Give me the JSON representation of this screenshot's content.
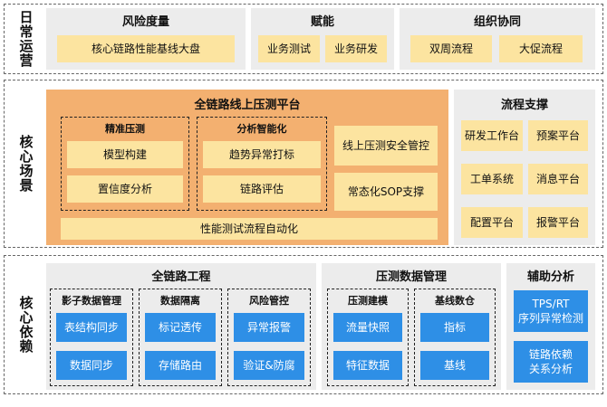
{
  "layers": {
    "ops": {
      "label": "日常运营",
      "risk": {
        "title": "风险度量",
        "items": [
          "核心链路性能基线大盘"
        ]
      },
      "empower": {
        "title": "赋能",
        "items": [
          "业务测试",
          "业务研发"
        ]
      },
      "org": {
        "title": "组织协同",
        "items": [
          "双周流程",
          "大促流程"
        ]
      }
    },
    "scenario": {
      "label": "核心场景",
      "platform": {
        "title": "全链路线上压测平台",
        "precise": {
          "title": "精准压测",
          "items": [
            "模型构建",
            "置信度分析"
          ]
        },
        "analysis": {
          "title": "分析智能化",
          "items": [
            "趋势异常打标",
            "链路评估"
          ]
        },
        "right_items": [
          "线上压测安全管控",
          "常态化SOP支撑"
        ],
        "bottom": "性能测试流程自动化"
      },
      "process": {
        "title": "流程支撑",
        "items": [
          "研发工作台",
          "预案平台",
          "工单系统",
          "消息平台",
          "配置平台",
          "报警平台"
        ]
      }
    },
    "depend": {
      "label": "核心依赖",
      "fulllink": {
        "title": "全链路工程",
        "shadow": {
          "title": "影子数据管理",
          "items": [
            "表结构同步",
            "数据同步"
          ]
        },
        "isolation": {
          "title": "数据隔离",
          "items": [
            "标记透传",
            "存储路由"
          ]
        },
        "riskctl": {
          "title": "风险管控",
          "items": [
            "异常报警",
            "验证&防腐"
          ]
        }
      },
      "datamgmt": {
        "title": "压测数据管理",
        "modeling": {
          "title": "压测建模",
          "items": [
            "流量快照",
            "特征数据"
          ]
        },
        "baseline": {
          "title": "基线数仓",
          "items": [
            "指标",
            "基线"
          ]
        }
      },
      "aux": {
        "title": "辅助分析",
        "items": [
          "TPS/RT\n序列异常检测",
          "链路依赖\n关系分析"
        ]
      }
    }
  }
}
